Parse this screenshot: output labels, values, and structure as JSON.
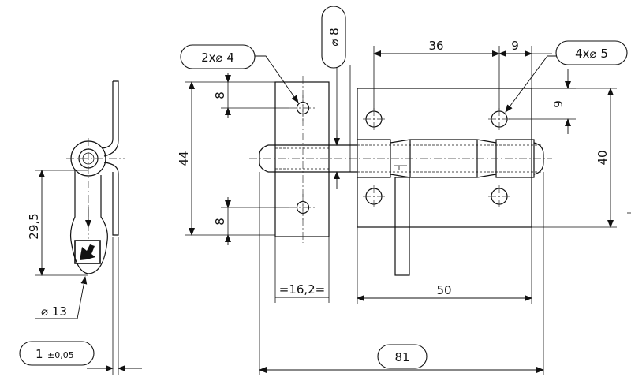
{
  "labels": {
    "holes_left": "2x⌀ 4",
    "holes_right": "4x⌀ 5",
    "bolt_diameter": "⌀ 8",
    "dim_36": "36",
    "dim_9_top": "9",
    "dim_9_side": "9",
    "dim_40": "40",
    "dim_44": "44",
    "dim_8_top": "8",
    "dim_8_bottom": "8",
    "dim_16_2": "=16,2=",
    "dim_50": "50",
    "dim_81": "81",
    "dim_29_5": "29,5",
    "dim_13": "⌀ 13",
    "thickness_value": "1",
    "thickness_tol": "±0,05"
  },
  "colors": {
    "line": "#111111",
    "background": "#ffffff"
  }
}
